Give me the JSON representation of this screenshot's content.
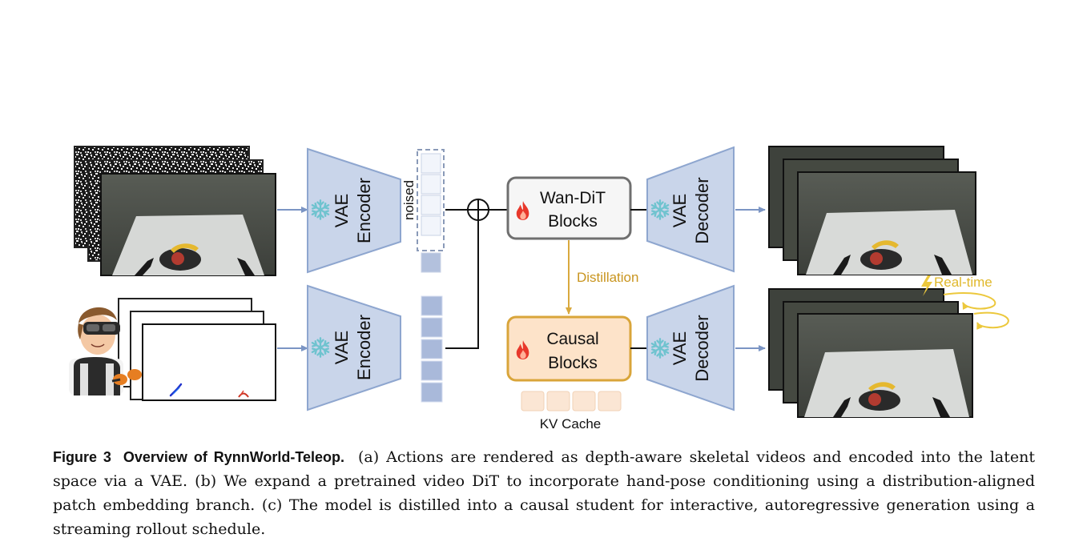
{
  "figure": {
    "encoder_label_line1": "VAE",
    "encoder_label_line2": "Encoder",
    "decoder_label_line1": "VAE",
    "decoder_label_line2": "Decoder",
    "noised_label": "noised",
    "teacher_block_line1": "Wan-DiT",
    "teacher_block_line2": "Blocks",
    "student_block_line1": "Causal",
    "student_block_line2": "Blocks",
    "distillation_label": "Distillation",
    "kv_cache_label": "KV Cache",
    "realtime_label": "Real-time",
    "colors": {
      "vae_fill": "#c9d5ea",
      "vae_stroke": "#8ea6cf",
      "arrow_blue": "#7b95c4",
      "teacher_stroke": "#6f6f6f",
      "student_fill": "#fde3c9",
      "student_stroke": "#d9a53a",
      "distill_orange": "#d9a93e",
      "realtime_yellow": "#ecc83c",
      "fire_red": "#e8382b",
      "snowflake": "#6fc3cf"
    },
    "icons": [
      "snowflake-icon",
      "fire-icon",
      "lightning-icon",
      "vr-operator-icon",
      "sum-node-icon"
    ]
  },
  "caption": {
    "label": "Figure 3",
    "title": "Overview of RynnWorld-Teleop.",
    "text": "(a) Actions are rendered as depth-aware skeletal videos and encoded into the latent space via a VAE. (b) We expand a pretrained video DiT to incorporate hand-pose conditioning using a distribution-aligned patch embedding branch. (c) The model is distilled into a causal student for interactive, autoregressive generation using a streaming rollout schedule."
  }
}
